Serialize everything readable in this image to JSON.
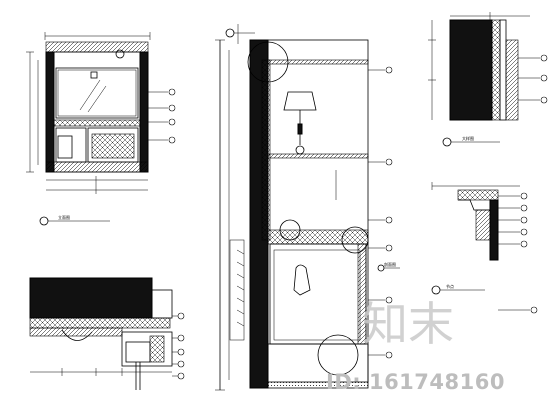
{
  "title_tags": {
    "elevation_a": "立面图",
    "elevation_b": "剖面图",
    "section_c": "大样图",
    "detail_d": "节点"
  },
  "watermark": {
    "brand": "知末",
    "id_text": "ID: 161748160"
  },
  "colors": {
    "ink": "#000000",
    "fill_dark": "#111111",
    "watermark": "#c0c0c0"
  }
}
